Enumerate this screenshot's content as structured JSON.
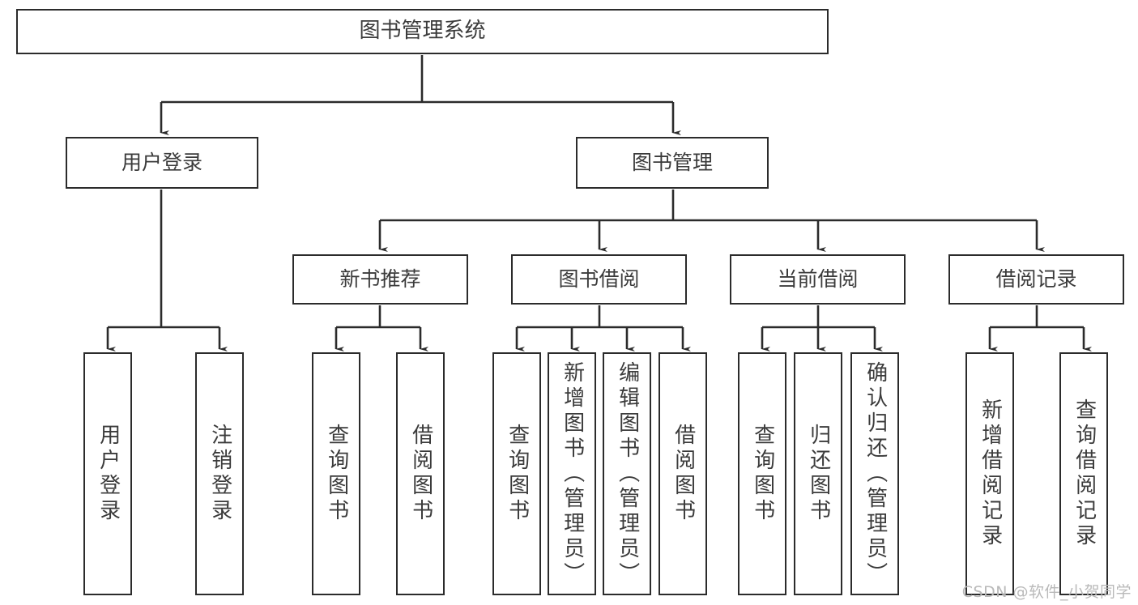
{
  "diagram": {
    "type": "tree",
    "title": "图书管理系统",
    "root": {
      "label": "图书管理系统"
    },
    "level2": [
      {
        "label": "用户登录"
      },
      {
        "label": "图书管理"
      }
    ],
    "level3": [
      {
        "label": "新书推荐"
      },
      {
        "label": "图书借阅"
      },
      {
        "label": "当前借阅"
      },
      {
        "label": "借阅记录"
      }
    ],
    "leaves": {
      "user_login": [
        {
          "label": "用户登录"
        },
        {
          "label": "注销登录"
        }
      ],
      "new_book_recommend": [
        {
          "label": "查询图书"
        },
        {
          "label": "借阅图书"
        }
      ],
      "book_borrow": [
        {
          "label": "查询图书"
        },
        {
          "label": "新增图书（管理员）"
        },
        {
          "label": "编辑图书（管理员）"
        },
        {
          "label": "借阅图书"
        }
      ],
      "current_borrow": [
        {
          "label": "查询图书"
        },
        {
          "label": "归还图书"
        },
        {
          "label": "确认归还（管理员）"
        }
      ],
      "borrow_record": [
        {
          "label": "新增借阅记录"
        },
        {
          "label": "查询借阅记录"
        }
      ]
    }
  },
  "watermark": {
    "text": "CSDN @软件_小贺同学"
  },
  "colors": {
    "border": "#2b2b2b",
    "text": "#3b3b3b",
    "background": "#ffffff",
    "watermark": "#b9b9b9"
  }
}
